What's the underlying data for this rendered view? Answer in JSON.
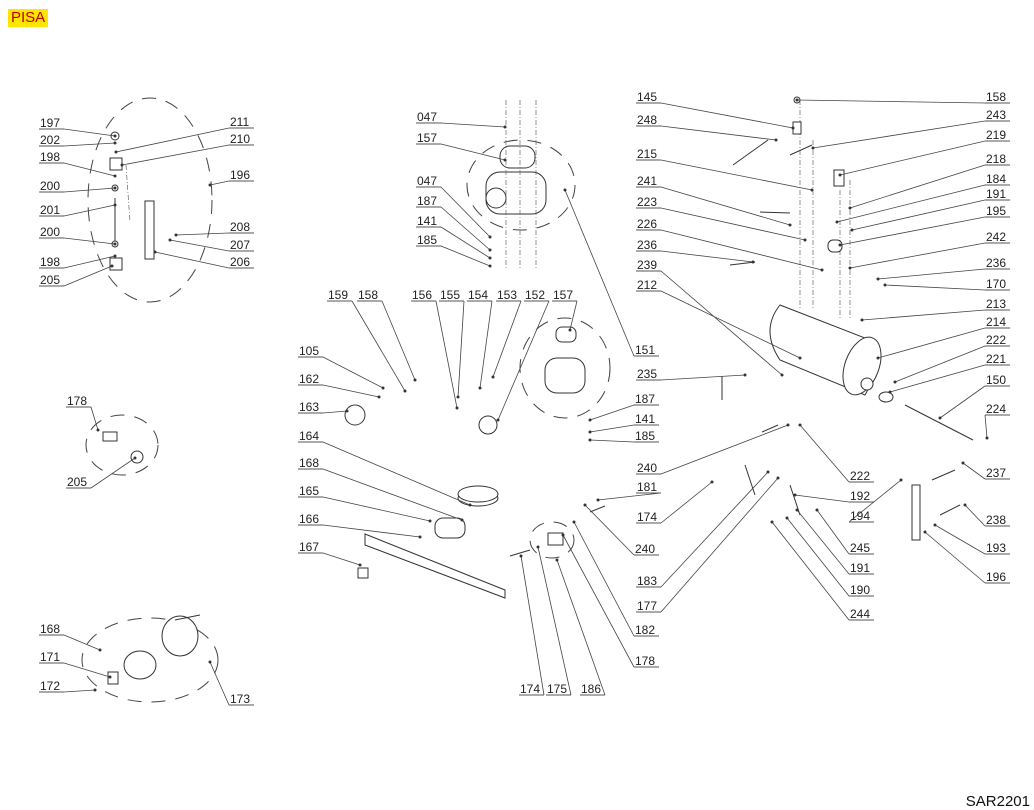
{
  "header": {
    "model_badge": "PISA",
    "badge_color": "#ffe600",
    "badge_text_color": "#c00000"
  },
  "footer": {
    "drawing_code": "SAR2201"
  },
  "diagram": {
    "type": "exploded-parts-diagram",
    "callouts": [
      {
        "id": "c1",
        "label": "197"
      },
      {
        "id": "c2",
        "label": "202"
      },
      {
        "id": "c3",
        "label": "198"
      },
      {
        "id": "c4",
        "label": "200"
      },
      {
        "id": "c5",
        "label": "201"
      },
      {
        "id": "c6",
        "label": "200"
      },
      {
        "id": "c7",
        "label": "198"
      },
      {
        "id": "c8",
        "label": "205"
      },
      {
        "id": "c9",
        "label": "211"
      },
      {
        "id": "c10",
        "label": "210"
      },
      {
        "id": "c11",
        "label": "196"
      },
      {
        "id": "c12",
        "label": "208"
      },
      {
        "id": "c13",
        "label": "207"
      },
      {
        "id": "c14",
        "label": "206"
      },
      {
        "id": "c15",
        "label": "178"
      },
      {
        "id": "c16",
        "label": "205"
      },
      {
        "id": "c17",
        "label": "168"
      },
      {
        "id": "c18",
        "label": "171"
      },
      {
        "id": "c19",
        "label": "172"
      },
      {
        "id": "c20",
        "label": "173"
      },
      {
        "id": "c21",
        "label": "047"
      },
      {
        "id": "c22",
        "label": "157"
      },
      {
        "id": "c23",
        "label": "047"
      },
      {
        "id": "c24",
        "label": "187"
      },
      {
        "id": "c25",
        "label": "141"
      },
      {
        "id": "c26",
        "label": "185"
      },
      {
        "id": "c27",
        "label": "159"
      },
      {
        "id": "c28",
        "label": "158"
      },
      {
        "id": "c29",
        "label": "156"
      },
      {
        "id": "c30",
        "label": "155"
      },
      {
        "id": "c31",
        "label": "154"
      },
      {
        "id": "c32",
        "label": "153"
      },
      {
        "id": "c33",
        "label": "152"
      },
      {
        "id": "c34",
        "label": "157"
      },
      {
        "id": "c35",
        "label": "105"
      },
      {
        "id": "c36",
        "label": "162"
      },
      {
        "id": "c37",
        "label": "163"
      },
      {
        "id": "c38",
        "label": "164"
      },
      {
        "id": "c39",
        "label": "168"
      },
      {
        "id": "c40",
        "label": "165"
      },
      {
        "id": "c41",
        "label": "166"
      },
      {
        "id": "c42",
        "label": "167"
      },
      {
        "id": "c43",
        "label": "174"
      },
      {
        "id": "c44",
        "label": "175"
      },
      {
        "id": "c45",
        "label": "186"
      },
      {
        "id": "c46",
        "label": "151"
      },
      {
        "id": "c47",
        "label": "187"
      },
      {
        "id": "c48",
        "label": "141"
      },
      {
        "id": "c49",
        "label": "185"
      },
      {
        "id": "c50",
        "label": "145"
      },
      {
        "id": "c51",
        "label": "248"
      },
      {
        "id": "c52",
        "label": "215"
      },
      {
        "id": "c53",
        "label": "241"
      },
      {
        "id": "c54",
        "label": "223"
      },
      {
        "id": "c55",
        "label": "226"
      },
      {
        "id": "c56",
        "label": "236"
      },
      {
        "id": "c57",
        "label": "239"
      },
      {
        "id": "c58",
        "label": "212"
      },
      {
        "id": "c59",
        "label": "235"
      },
      {
        "id": "c60",
        "label": "240"
      },
      {
        "id": "c61",
        "label": "181"
      },
      {
        "id": "c62",
        "label": "174"
      },
      {
        "id": "c63",
        "label": "240"
      },
      {
        "id": "c64",
        "label": "183"
      },
      {
        "id": "c65",
        "label": "177"
      },
      {
        "id": "c66",
        "label": "182"
      },
      {
        "id": "c67",
        "label": "178"
      },
      {
        "id": "c68",
        "label": "158"
      },
      {
        "id": "c69",
        "label": "243"
      },
      {
        "id": "c70",
        "label": "219"
      },
      {
        "id": "c71",
        "label": "218"
      },
      {
        "id": "c72",
        "label": "184"
      },
      {
        "id": "c73",
        "label": "191"
      },
      {
        "id": "c74",
        "label": "195"
      },
      {
        "id": "c75",
        "label": "242"
      },
      {
        "id": "c76",
        "label": "236"
      },
      {
        "id": "c77",
        "label": "170"
      },
      {
        "id": "c78",
        "label": "213"
      },
      {
        "id": "c79",
        "label": "214"
      },
      {
        "id": "c80",
        "label": "222"
      },
      {
        "id": "c81",
        "label": "221"
      },
      {
        "id": "c82",
        "label": "150"
      },
      {
        "id": "c83",
        "label": "224"
      },
      {
        "id": "c84",
        "label": "237"
      },
      {
        "id": "c85",
        "label": "222"
      },
      {
        "id": "c86",
        "label": "192"
      },
      {
        "id": "c87",
        "label": "194"
      },
      {
        "id": "c88",
        "label": "238"
      },
      {
        "id": "c89",
        "label": "245"
      },
      {
        "id": "c90",
        "label": "193"
      },
      {
        "id": "c91",
        "label": "191"
      },
      {
        "id": "c92",
        "label": "196"
      },
      {
        "id": "c93",
        "label": "190"
      },
      {
        "id": "c94",
        "label": "244"
      }
    ]
  }
}
